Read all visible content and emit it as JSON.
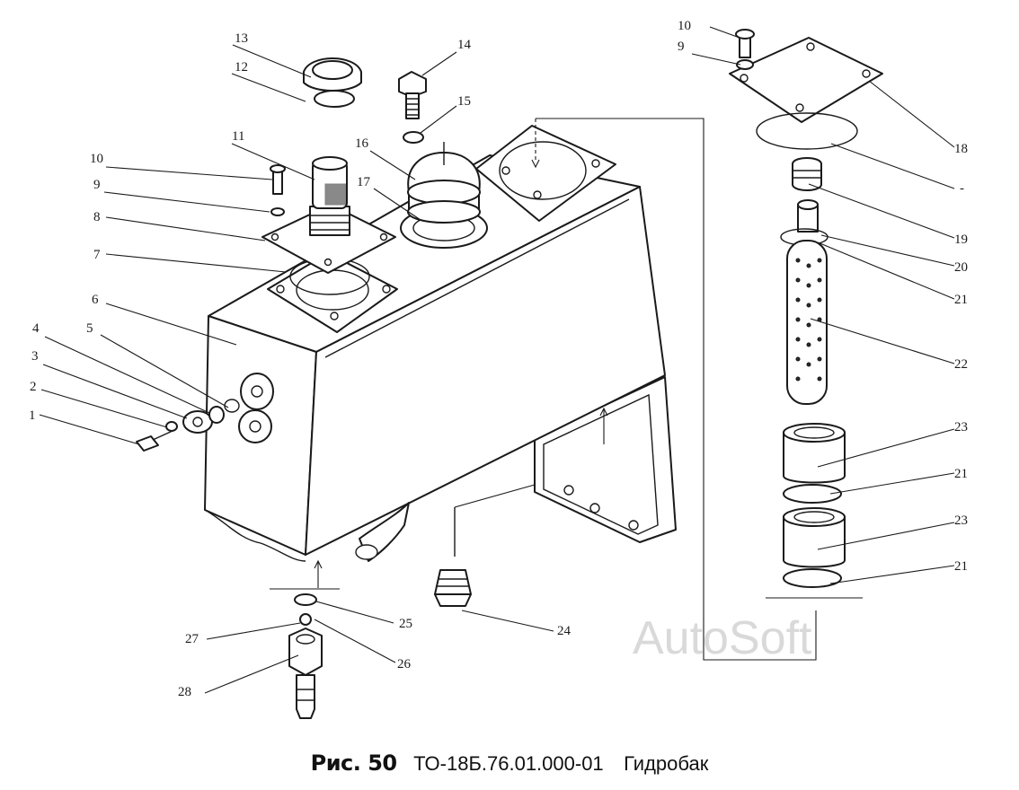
{
  "caption": {
    "figure_label": "Рис. 50",
    "drawing_number": "ТО-18Б.76.01.000-01",
    "title": "Гидробак"
  },
  "watermark": "AutoSoft",
  "callouts": [
    "1",
    "2",
    "3",
    "4",
    "5",
    "6",
    "7",
    "8",
    "9",
    "10",
    "11",
    "12",
    "13",
    "14",
    "15",
    "16",
    "17",
    "18",
    "19",
    "20",
    "21",
    "22",
    "23",
    "24",
    "25",
    "26",
    "27",
    "28"
  ],
  "callout_labels": {
    "c1": "1",
    "c2": "2",
    "c3": "3",
    "c4": "4",
    "c5": "5",
    "c6": "6",
    "c7": "7",
    "c8": "8",
    "c9": "9",
    "c10": "10",
    "c11": "11",
    "c12": "12",
    "c13": "13",
    "c14": "14",
    "c15": "15",
    "c16": "16",
    "c17": "17",
    "c18": "18",
    "c19": "19",
    "c20": "20",
    "c21": "21",
    "c22": "22",
    "c23": "23",
    "c24": "24",
    "c25": "25",
    "c26": "26",
    "c27": "27",
    "c28": "28",
    "c9r": "9",
    "c10r": "10",
    "c21a": "21",
    "c21b": "21",
    "c21c": "21",
    "c23b": "23",
    "c_dash": "-"
  }
}
